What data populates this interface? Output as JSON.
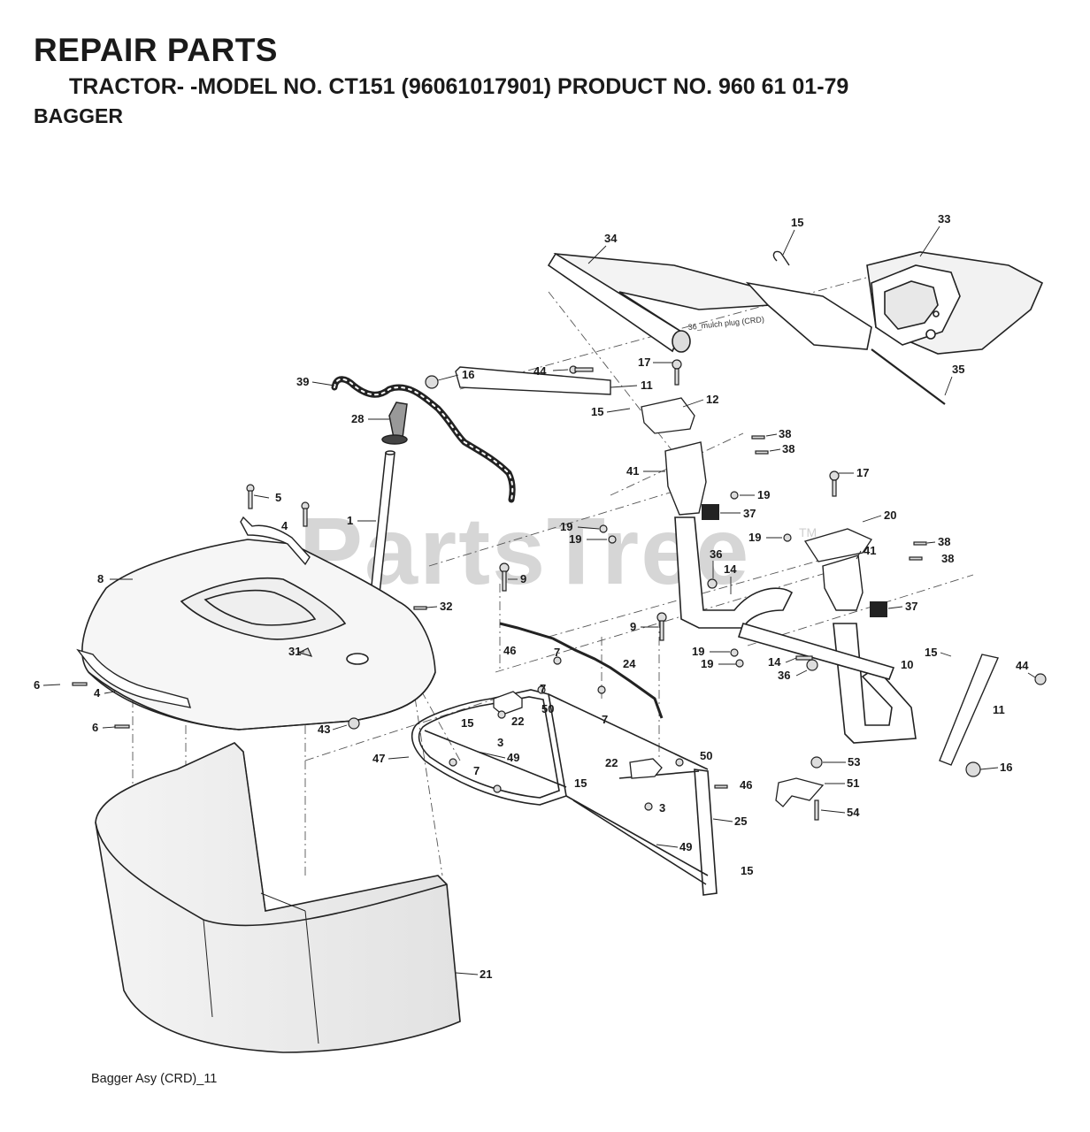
{
  "header": {
    "title": "REPAIR PARTS",
    "model_line": "TRACTOR- -MODEL NO. CT151 (96061017901) PRODUCT NO. 960 61 01-79",
    "section": "BAGGER"
  },
  "watermark": {
    "text": "PartsTree",
    "trademark": "TM"
  },
  "diagram": {
    "inline_note": "36_mulch plug (CRD)",
    "caption": "Bagger Asy (CRD)_11",
    "callouts": [
      "1",
      "3",
      "4",
      "5",
      "6",
      "7",
      "8",
      "9",
      "10",
      "11",
      "12",
      "14",
      "15",
      "16",
      "17",
      "19",
      "20",
      "21",
      "22",
      "24",
      "25",
      "28",
      "31",
      "32",
      "33",
      "34",
      "35",
      "36",
      "37",
      "38",
      "39",
      "41",
      "43",
      "44",
      "46",
      "47",
      "49",
      "50",
      "51",
      "53",
      "54"
    ]
  }
}
